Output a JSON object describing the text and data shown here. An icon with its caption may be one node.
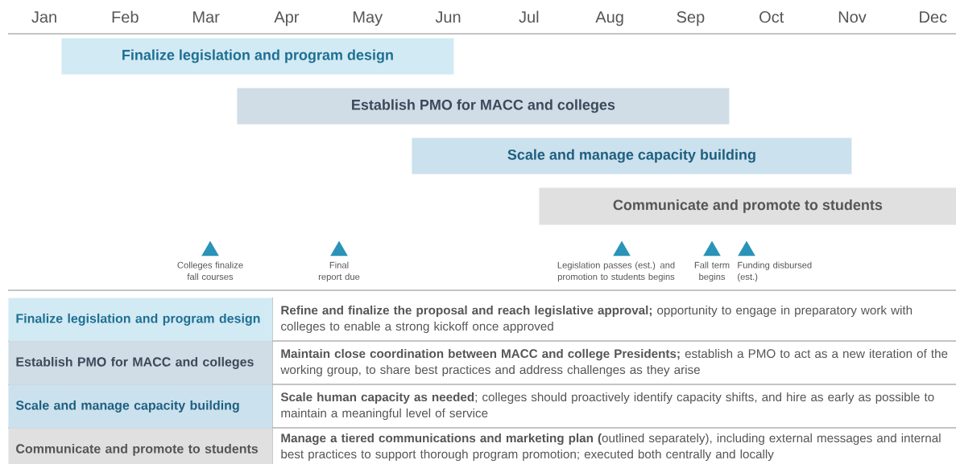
{
  "diagram": {
    "nodes": [
      {
        "text": [
          "Finalize legislation and program design"
        ]
      },
      {
        "text": [
          "Establish PMO for MACC and colleges"
        ]
      },
      {
        "text": [
          "Scale and manage capacity building"
        ]
      },
      {
        "text": [
          "Communicate and promote to students"
        ]
      },
      {
        "text": [],
        "shape": "triangle",
        "beside": [
          "Colleges finalize fall courses"
        ]
      },
      {
        "text": [],
        "shape": "triangle",
        "beside": [
          "Final report due"
        ]
      },
      {
        "text": [],
        "shape": "triangle",
        "beside": [
          "Legislation passes (est.) and promotion to students begins"
        ]
      },
      {
        "text": [],
        "shape": "triangle",
        "beside": [
          "Fall term begins"
        ]
      },
      {
        "text": [],
        "shape": "triangle",
        "beside": [
          "Funding disbursed (est.)"
        ]
      },
      {
        "text": [
          "Finalize legislation and program design"
        ]
      },
      {
        "text": [
          "Establish PMO for MACC and colleges"
        ]
      },
      {
        "text": [
          "Scale and manage capacity building"
        ]
      },
      {
        "text": [
          "Communicate and promote to students"
        ]
      }
    ],
    "edges": [],
    "labels": [
      "Jan",
      "Feb",
      "Mar",
      "Apr",
      "May",
      "Jun",
      "Jul",
      "Aug",
      "Sep",
      "Oct",
      "Nov",
      "Dec",
      "**Refine and finalize the proposal and reach legislative approval;** opportunity to engage in preparatory work with colleges to enable a strong kickoff once approved",
      "**Maintain close coordination between MACC and college Presidents;** establish a PMO to act as a new iteration of the working group, to share best practices and address challenges as they arise",
      "**Scale human capacity as needed**; colleges should proactively identify capacity shifts, and hire as early as possible to maintain a meaningful level of service",
      "**Manage a tiered communications and marketing plan (**outlined separately), including external messages and internal best practices to support thorough program promotion; executed both centrally and locally"
    ]
  }
}
